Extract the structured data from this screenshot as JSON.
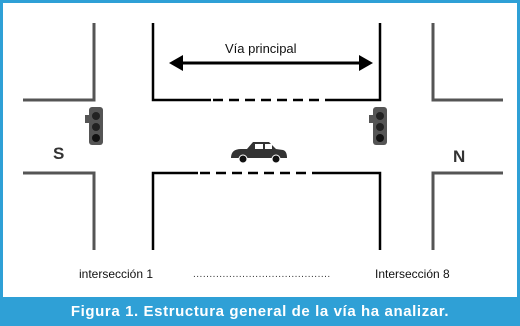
{
  "figure": {
    "road_label": "Vía principal",
    "west_label": "S",
    "east_label": "N",
    "intersection_start": "intersección 1",
    "intersection_end": "Intersección 8",
    "ellipsis": "..........................................",
    "caption": "Figura 1. Estructura general de la vía ha analizar."
  },
  "colors": {
    "frame": "#2fa0d6",
    "road_edges": "#000000",
    "curbs": "#555555"
  },
  "icons": [
    "traffic-light-icon",
    "car-icon",
    "double-arrow-icon"
  ]
}
